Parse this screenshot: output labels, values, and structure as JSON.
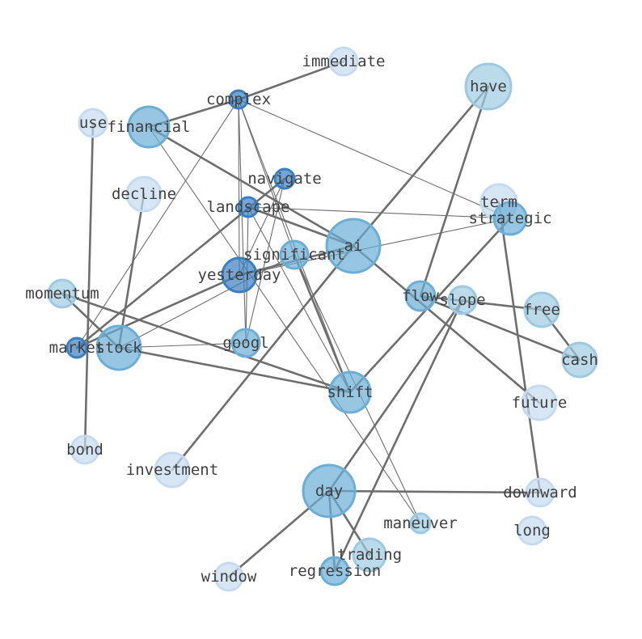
{
  "colors": {
    "edge": "#6e6e6e",
    "label": "#404040",
    "node_palette": [
      "#c6dbef",
      "#9ecae1",
      "#6baed6",
      "#3a7fc0"
    ]
  },
  "nodes": [
    {
      "id": "immediate",
      "label": "immediate",
      "shade": 0
    },
    {
      "id": "have",
      "label": "have",
      "shade": 1
    },
    {
      "id": "complex",
      "label": "complex",
      "shade": 3
    },
    {
      "id": "use",
      "label": "use",
      "shade": 0
    },
    {
      "id": "financial",
      "label": "financial",
      "shade": 2
    },
    {
      "id": "navigate",
      "label": "navigate",
      "shade": 3
    },
    {
      "id": "decline",
      "label": "decline",
      "shade": 0
    },
    {
      "id": "term",
      "label": "term",
      "shade": 0
    },
    {
      "id": "landscape",
      "label": "landscape",
      "shade": 3
    },
    {
      "id": "strategic",
      "label": "strategic",
      "shade": 2
    },
    {
      "id": "ai",
      "label": "ai",
      "shade": 2
    },
    {
      "id": "significant",
      "label": "significant",
      "shade": 2
    },
    {
      "id": "yesterday",
      "label": "yesterday",
      "shade": 3
    },
    {
      "id": "momentum",
      "label": "momentum",
      "shade": 1
    },
    {
      "id": "flow",
      "label": "flow",
      "shade": 2
    },
    {
      "id": "slope",
      "label": "slope",
      "shade": 1
    },
    {
      "id": "free",
      "label": "free",
      "shade": 1
    },
    {
      "id": "market",
      "label": "market",
      "shade": 3
    },
    {
      "id": "stock",
      "label": "stock",
      "shade": 2
    },
    {
      "id": "googl",
      "label": "googl",
      "shade": 2
    },
    {
      "id": "cash",
      "label": "cash",
      "shade": 1
    },
    {
      "id": "shift",
      "label": "shift",
      "shade": 2
    },
    {
      "id": "future",
      "label": "future",
      "shade": 0
    },
    {
      "id": "bond",
      "label": "bond",
      "shade": 0
    },
    {
      "id": "investment",
      "label": "investment",
      "shade": 0
    },
    {
      "id": "day",
      "label": "day",
      "shade": 2
    },
    {
      "id": "downward",
      "label": "downward",
      "shade": 0
    },
    {
      "id": "maneuver",
      "label": "maneuver",
      "shade": 1
    },
    {
      "id": "long",
      "label": "long",
      "shade": 0
    },
    {
      "id": "trading",
      "label": "trading",
      "shade": 1
    },
    {
      "id": "regression",
      "label": "regression",
      "shade": 2
    },
    {
      "id": "window",
      "label": "window",
      "shade": 0
    }
  ],
  "edges": [
    {
      "source": "immediate",
      "target": "complex",
      "weight": "heavy"
    },
    {
      "source": "complex",
      "target": "financial",
      "weight": "heavy"
    },
    {
      "source": "complex",
      "target": "strategic",
      "weight": "light"
    },
    {
      "source": "complex",
      "target": "market",
      "weight": "light"
    },
    {
      "source": "complex",
      "target": "yesterday",
      "weight": "light"
    },
    {
      "source": "complex",
      "target": "googl",
      "weight": "light"
    },
    {
      "source": "complex",
      "target": "significant",
      "weight": "light"
    },
    {
      "source": "complex",
      "target": "shift",
      "weight": "light"
    },
    {
      "source": "financial",
      "target": "ai",
      "weight": "heavy"
    },
    {
      "source": "financial",
      "target": "maneuver",
      "weight": "light"
    },
    {
      "source": "use",
      "target": "bond",
      "weight": "heavy"
    },
    {
      "source": "have",
      "target": "ai",
      "weight": "heavy"
    },
    {
      "source": "have",
      "target": "flow",
      "weight": "heavy"
    },
    {
      "source": "decline",
      "target": "stock",
      "weight": "heavy"
    },
    {
      "source": "navigate",
      "target": "yesterday",
      "weight": "light"
    },
    {
      "source": "navigate",
      "target": "googl",
      "weight": "light"
    },
    {
      "source": "navigate",
      "target": "market",
      "weight": "heavy"
    },
    {
      "source": "landscape",
      "target": "strategic",
      "weight": "light"
    },
    {
      "source": "landscape",
      "target": "ai",
      "weight": "heavy"
    },
    {
      "source": "landscape",
      "target": "googl",
      "weight": "light"
    },
    {
      "source": "landscape",
      "target": "shift",
      "weight": "light"
    },
    {
      "source": "strategic",
      "target": "yesterday",
      "weight": "light"
    },
    {
      "source": "strategic",
      "target": "shift",
      "weight": "heavy"
    },
    {
      "source": "term",
      "target": "downward",
      "weight": "heavy"
    },
    {
      "source": "ai",
      "target": "yesterday",
      "weight": "heavy"
    },
    {
      "source": "ai",
      "target": "investment",
      "weight": "heavy"
    },
    {
      "source": "ai",
      "target": "future",
      "weight": "heavy"
    },
    {
      "source": "significant",
      "target": "shift",
      "weight": "heavy"
    },
    {
      "source": "significant",
      "target": "maneuver",
      "weight": "light"
    },
    {
      "source": "significant",
      "target": "stock",
      "weight": "light"
    },
    {
      "source": "yesterday",
      "target": "market",
      "weight": "heavy"
    },
    {
      "source": "momentum",
      "target": "stock",
      "weight": "heavy"
    },
    {
      "source": "momentum",
      "target": "shift",
      "weight": "heavy"
    },
    {
      "source": "stock",
      "target": "shift",
      "weight": "heavy"
    },
    {
      "source": "stock",
      "target": "googl",
      "weight": "light"
    },
    {
      "source": "flow",
      "target": "free",
      "weight": "heavy"
    },
    {
      "source": "flow",
      "target": "cash",
      "weight": "heavy"
    },
    {
      "source": "free",
      "target": "cash",
      "weight": "heavy"
    },
    {
      "source": "slope",
      "target": "day",
      "weight": "heavy"
    },
    {
      "source": "slope",
      "target": "regression",
      "weight": "heavy"
    },
    {
      "source": "day",
      "target": "downward",
      "weight": "heavy"
    },
    {
      "source": "day",
      "target": "trading",
      "weight": "heavy"
    },
    {
      "source": "day",
      "target": "regression",
      "weight": "heavy"
    },
    {
      "source": "day",
      "target": "window",
      "weight": "heavy"
    }
  ]
}
